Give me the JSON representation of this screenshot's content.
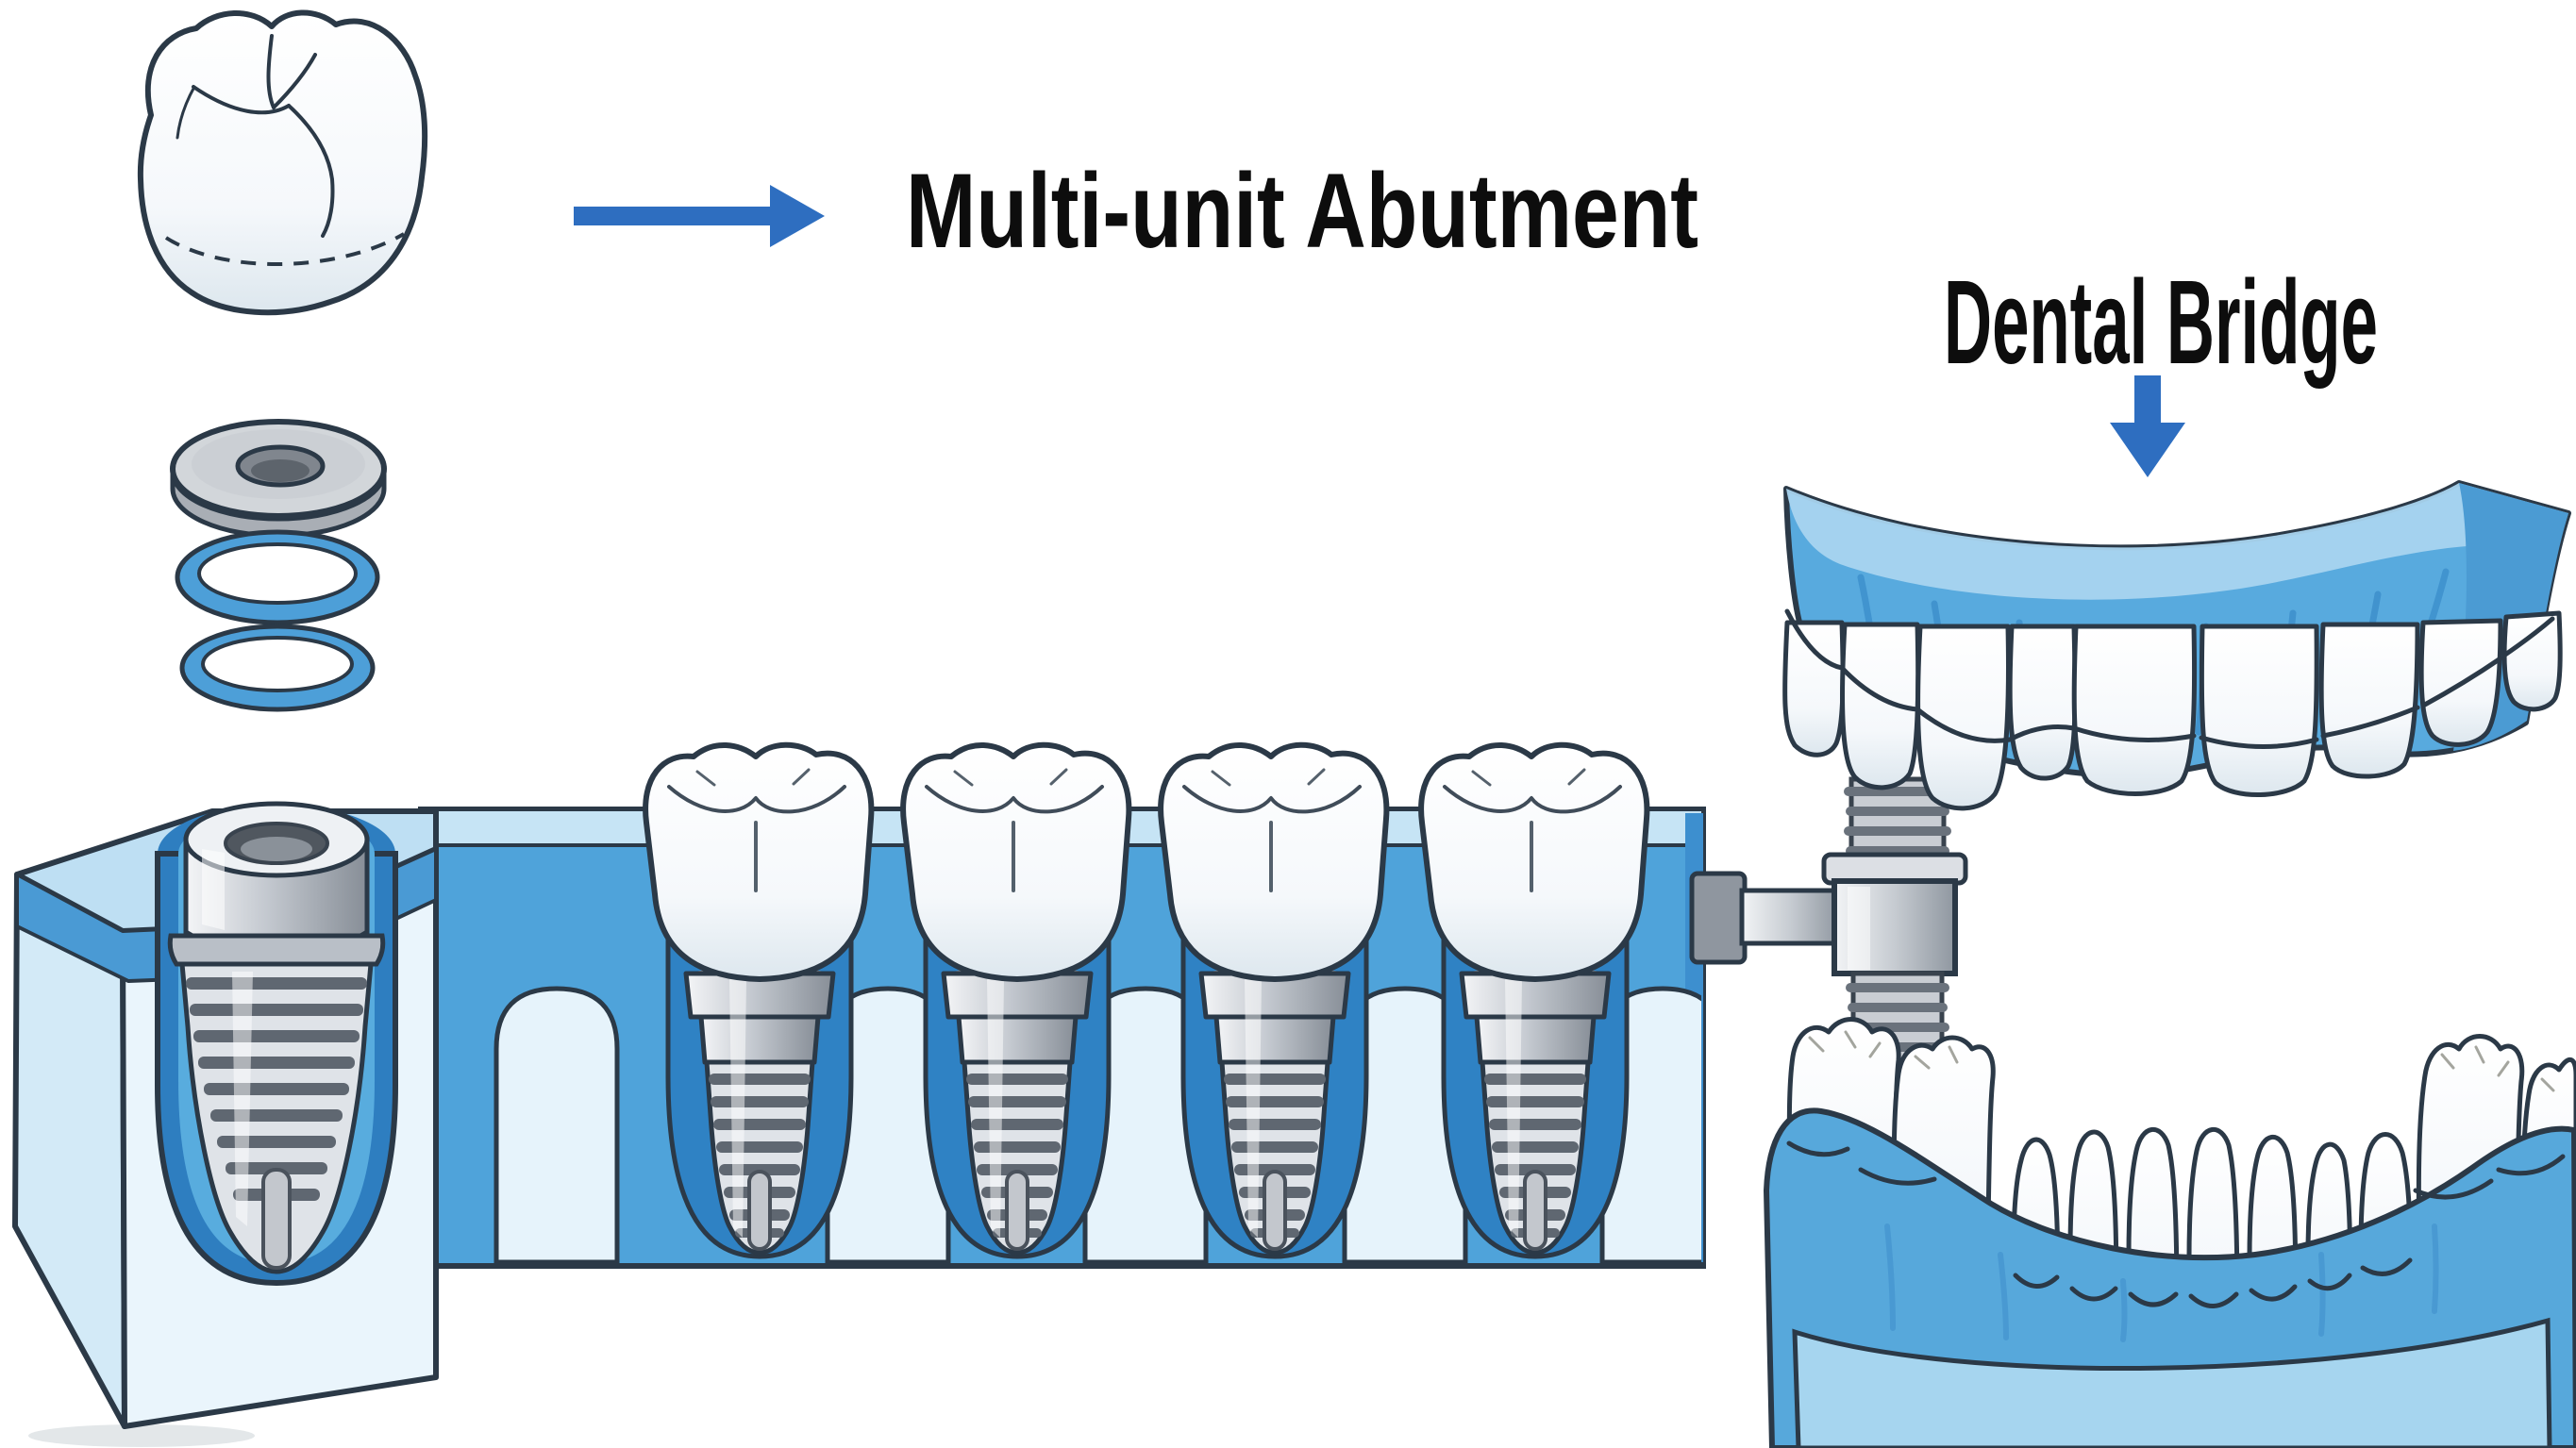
{
  "diagram": {
    "background": "#ffffff",
    "labels": {
      "multi_unit_abutment": "Multi-unit Abutment",
      "dental_bridge": "Dental Bridge"
    },
    "annotations": [
      {
        "label": "Multi-unit Abutment",
        "arrow_direction": "right",
        "points_from": "exploded crown and abutment stack"
      },
      {
        "label": "Dental Bridge",
        "arrow_direction": "down",
        "points_to": "upper jaw bridge model"
      }
    ],
    "counts": {
      "implant_supported_teeth_in_row": 4,
      "o_rings_in_exploded_stack": 2,
      "exploded_stack_parts": [
        "crown",
        "washer-disc",
        "o-ring",
        "o-ring",
        "implant-in-bone"
      ]
    },
    "colors": {
      "arrow_blue": "#2e6ec0",
      "label_text": "#0d0d0d",
      "outline_dark": "#2b3947",
      "band_blue": "#4fa3da",
      "band_strip_light": "#c6e4f5",
      "socket_blue": "#2e7ec0",
      "pocket_light": "#e6f3fb",
      "bone_top": "#bedff3",
      "bone_front": "#eaf5fc",
      "bone_left": "#d3eaf7",
      "gum_blue": "#58aade",
      "gum_top_light": "#a9d4ef",
      "gum_side": "#4b9bd3",
      "base_front_light": "#a6d5ef",
      "metal_light": "#f2f4f6",
      "metal_mid": "#b7bdc5",
      "metal_dark": "#6a727c",
      "tooth_white": "#ffffff",
      "tooth_shade": "#dde7ee"
    }
  }
}
